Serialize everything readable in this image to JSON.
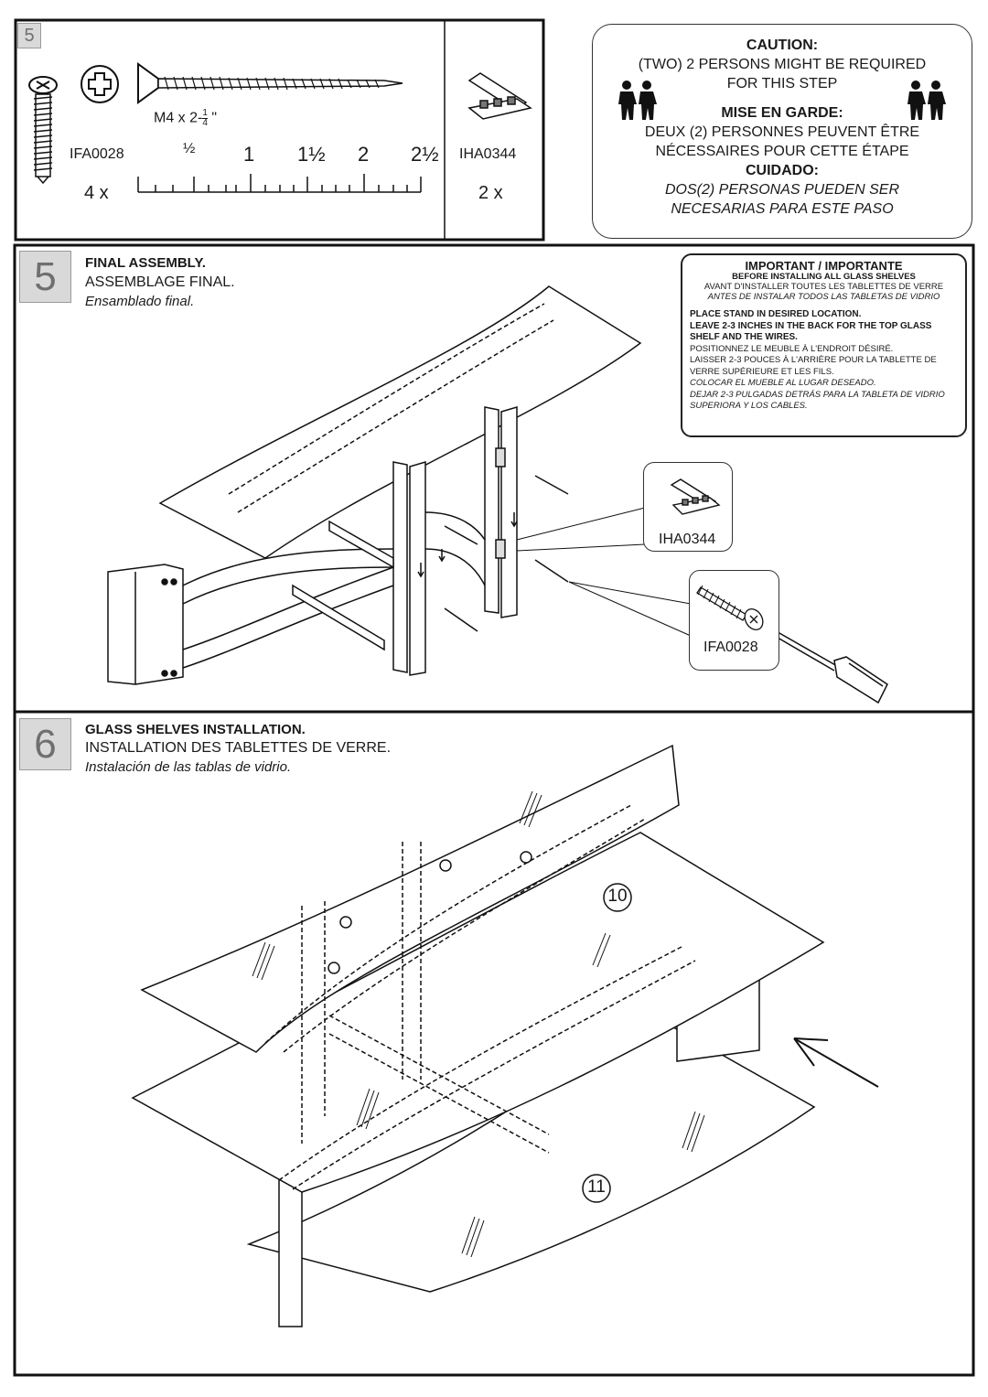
{
  "hardware_panel": {
    "step_number": "5",
    "screw_code": "IFA0028",
    "screw_size": "M4 x 2-",
    "screw_frac_num": "1",
    "screw_frac_den": "4",
    "screw_inch": "\"",
    "screw_qty": "4 x",
    "ruler_labels": [
      "½",
      "1",
      "1½",
      "2",
      "2½"
    ],
    "bracket_code": "IHA0344",
    "bracket_qty": "2 x"
  },
  "caution": {
    "heading": "CAUTION:",
    "line1": "(TWO) 2 PERSONS MIGHT BE REQUIRED",
    "line2": "FOR THIS STEP",
    "fr_heading": "MISE EN GARDE:",
    "fr_line1": "DEUX (2) PERSONNES PEUVENT ÊTRE",
    "fr_line2": "NÉCESSAIRES POUR CETTE ÉTAPE",
    "es_heading": "CUIDADO:",
    "es_line1": "DOS(2) PERSONAS PUEDEN SER",
    "es_line2": "NECESARIAS PARA ESTE PASO"
  },
  "step5": {
    "number": "5",
    "title": "FINAL ASSEMBLY.",
    "title_fr": "ASSEMBLAGE FINAL.",
    "title_es": "Ensamblado final.",
    "bracket_label": "IHA0344",
    "screw_label": "IFA0028"
  },
  "important": {
    "heading": "IMPORTANT / IMPORTANTE",
    "line1": "BEFORE INSTALLING ALL GLASS SHELVES",
    "line2": "AVANT D'INSTALLER TOUTES LES TABLETTES DE VERRE",
    "line3": "ANTES DE INSTALAR TODOS LAS TABLETAS DE VIDRIO",
    "en1": "PLACE STAND IN DESIRED LOCATION.",
    "en2": "LEAVE 2-3 INCHES IN THE BACK FOR THE TOP GLASS SHELF AND THE WIRES.",
    "fr1": "POSITIONNEZ LE MEUBLE À L'ENDROIT DÉSIRÉ.",
    "fr2": "LAISSER 2-3 POUCES À L'ARRIÈRE POUR LA TABLETTE DE VERRE SUPÉRIEURE ET LES FILS.",
    "es1": "COLOCAR EL MUEBLE AL LUGAR DESEADO.",
    "es2": "DEJAR 2-3 PULGADAS DETRÁS PARA LA TABLETA DE VIDRIO SUPERIORA Y LOS CABLES."
  },
  "step6": {
    "number": "6",
    "title": "GLASS SHELVES INSTALLATION.",
    "title_fr": "INSTALLATION DES TABLETTES DE VERRE.",
    "title_es": "Instalación de las tablas de vidrio.",
    "part_top": "10",
    "part_bottom": "11"
  }
}
